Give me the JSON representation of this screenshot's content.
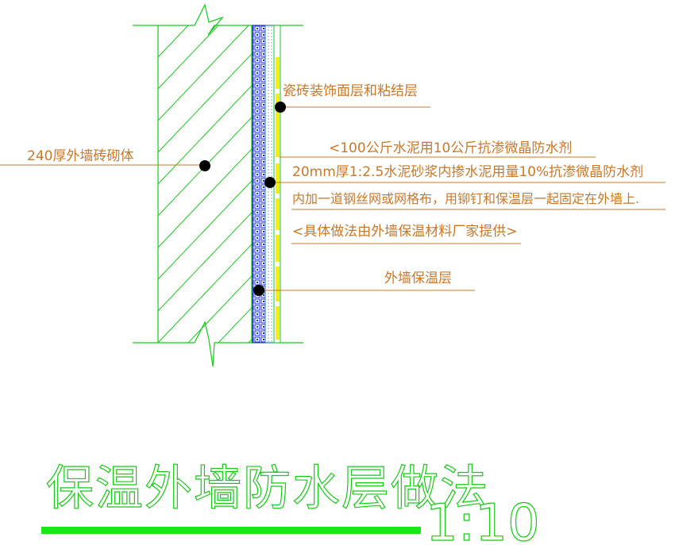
{
  "labels": {
    "masonry": "240厚外墙砖砌体",
    "tile_layer": "瓷砖装饰面层和粘结层",
    "mortar_line1": "<100公斤水泥用10公斤抗渗微晶防水剂",
    "mortar_line2": "20mm厚1:2.5水泥砂浆内掺水泥用量10%抗渗微晶防水剂",
    "mortar_line3": "内加一道钢丝网或网格布，用铆钉和保温层一起固定在外墙上.",
    "mortar_line4": "<具体做法由外墙保温材料厂家提供>",
    "insulation": "外墙保温层"
  },
  "title": {
    "text": "保温外墙防水层做法",
    "scale": "1:10"
  },
  "colors": {
    "wall_lines": "#18c818",
    "leader_lines": "#c87828",
    "tile_yellow": "#f0f000",
    "insulation_pattern": "#2030d0",
    "dots": "#000000",
    "title_bar": "#18e818"
  }
}
